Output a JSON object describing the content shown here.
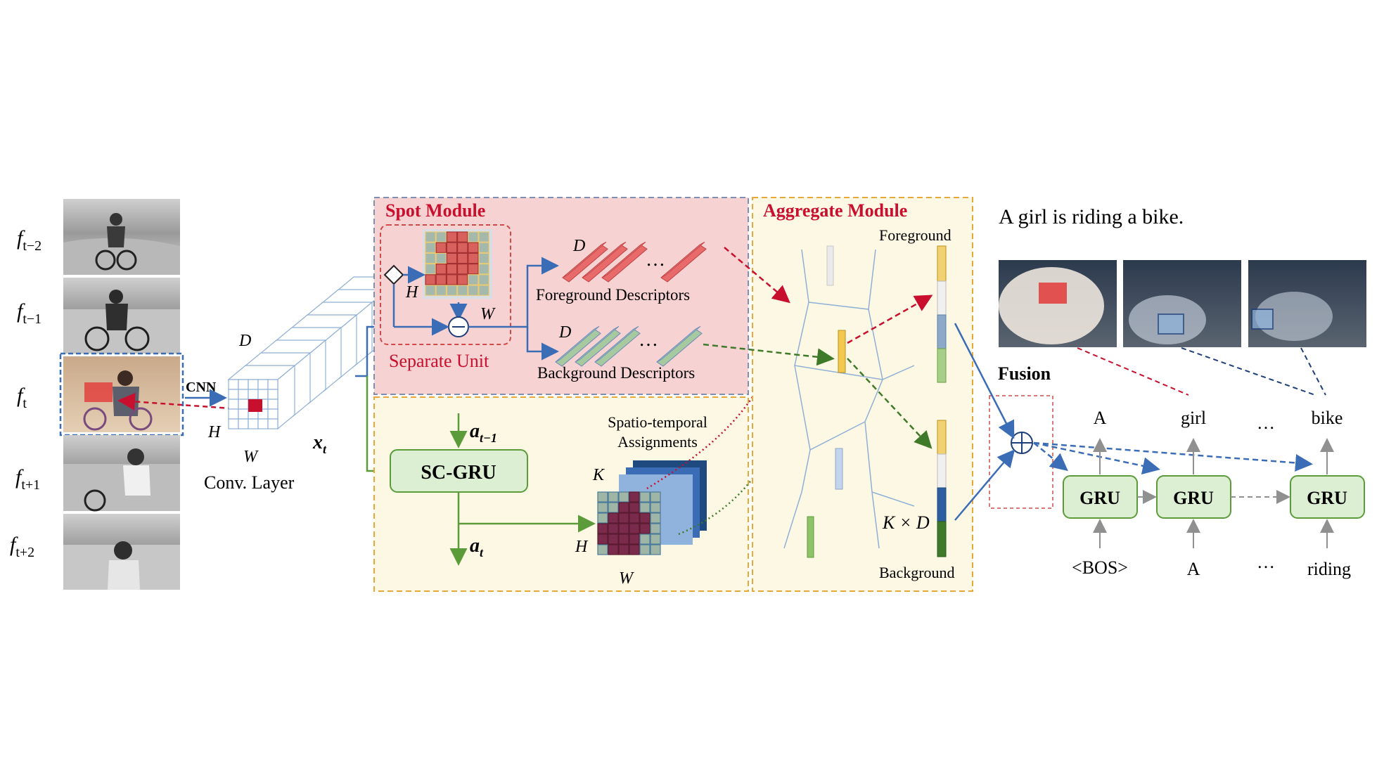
{
  "frames": {
    "labels": [
      "f",
      "f",
      "f",
      "f",
      "f"
    ],
    "subscripts": [
      "t−2",
      "t−1",
      "t",
      "t+1",
      "t+2"
    ]
  },
  "cnn": {
    "label": "CNN"
  },
  "conv": {
    "d": "D",
    "h": "H",
    "w": "W",
    "x": "x",
    "x_sub": "t",
    "caption": "Conv.  Layer"
  },
  "spot": {
    "title": "Spot Module",
    "separate_unit": "Separate Unit",
    "h": "H",
    "w": "W",
    "d1": "D",
    "d2": "D",
    "dots": "…",
    "fg_desc": "Foreground Descriptors",
    "bg_desc": "Background Descriptors"
  },
  "scgru": {
    "a_prev": "a",
    "a_prev_sub": "t−1",
    "label": "SC-GRU",
    "a_t": "a",
    "a_t_sub": "t",
    "assign_title": [
      "Spatio-temporal",
      "Assignments"
    ],
    "k": "K",
    "h": "H",
    "w": "W"
  },
  "aggregate": {
    "title": "Aggregate Module",
    "foreground": "Foreground",
    "background": "Background",
    "kxd": "K × D"
  },
  "caption": {
    "sentence": "A girl is riding a bike."
  },
  "decoder": {
    "fusion": "Fusion",
    "outputs": [
      "A",
      "girl",
      "…",
      "bike"
    ],
    "gru": [
      "GRU",
      "GRU",
      "GRU"
    ],
    "inputs": [
      "<BOS>",
      "A",
      "…",
      "riding"
    ]
  },
  "colors": {
    "red": "#c8102e",
    "blue": "#3a6db5",
    "green": "#5b9b3a",
    "orange": "#e8a838",
    "spot_bg": "#f6d2d2",
    "aggregate_bg": "#fdf8e4"
  }
}
